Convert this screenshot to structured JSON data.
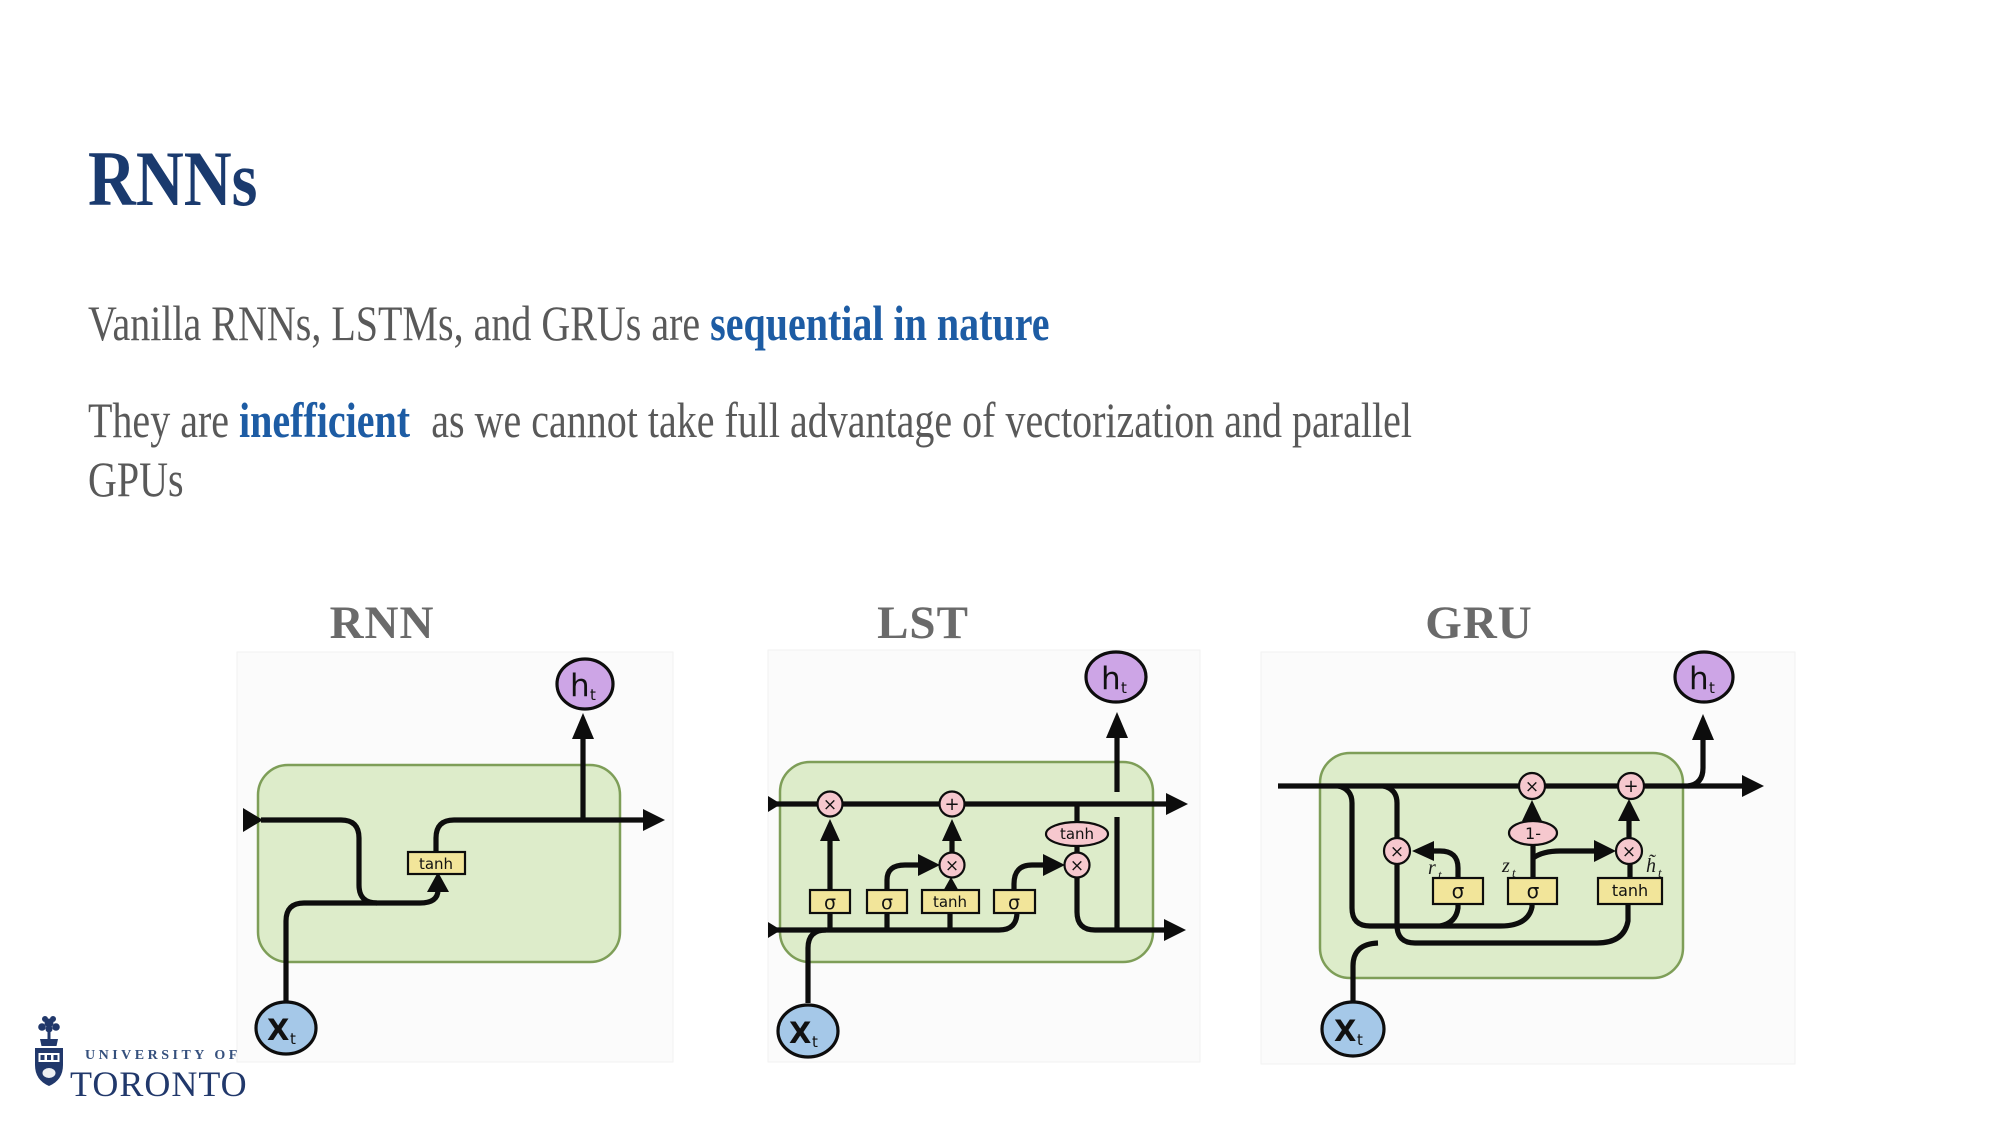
{
  "slide": {
    "title": "RNNs",
    "point1": {
      "text": "Vanilla RNNs, LSTMs, and GRUs are ",
      "highlight": "sequential in nature"
    },
    "point2": {
      "text": "They are ",
      "highlight": "inefficient",
      "rest": " as we cannot take full advantage of vectorization and parallel",
      "rest2": "GPUs"
    }
  },
  "diagrams": {
    "common": {
      "h": "h",
      "x": "X",
      "sub_t": "t",
      "times": "×",
      "plus": "+",
      "tanh": "tanh",
      "sigma": "σ"
    },
    "rnn": {
      "title": "RNN"
    },
    "lstm": {
      "title": "LST"
    },
    "gru": {
      "title": "GRU",
      "one_minus": "1-",
      "r": "r",
      "z": "z",
      "h_tilde": "h̃"
    }
  },
  "footer": {
    "university_of": "UNIVERSITY OF",
    "toronto": "TORONTO"
  },
  "colors": {
    "title_navy": "#1a3a6e",
    "highlight_blue": "#1d5ca4",
    "body_gray": "#595959",
    "cell_green": "#ddecca",
    "cell_border": "#7e9e58",
    "gate_yellow": "#f2e59a",
    "node_pink": "#f6c8ce",
    "output_purple": "#cda5e6",
    "input_blue": "#a5c8e8",
    "logo_navy": "#21386b"
  }
}
